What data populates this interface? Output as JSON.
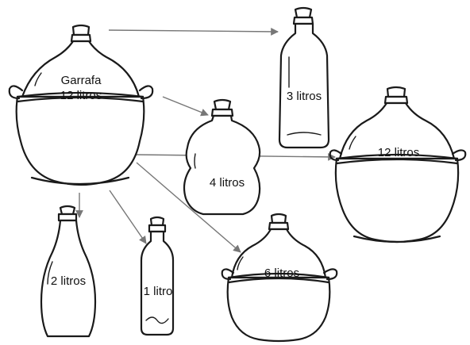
{
  "labels": {
    "source_name": "Garrafa",
    "source_volume": "12 litros",
    "bottle_3": "3 litros",
    "bottle_4": "4 litros",
    "bottle_12": "12 litros",
    "bottle_6": "6 litros",
    "bottle_2": "2 litros",
    "bottle_1": "1 litro"
  },
  "colors": {
    "ink": "#1a1a1a",
    "arrow": "#777777",
    "background": "#ffffff"
  }
}
